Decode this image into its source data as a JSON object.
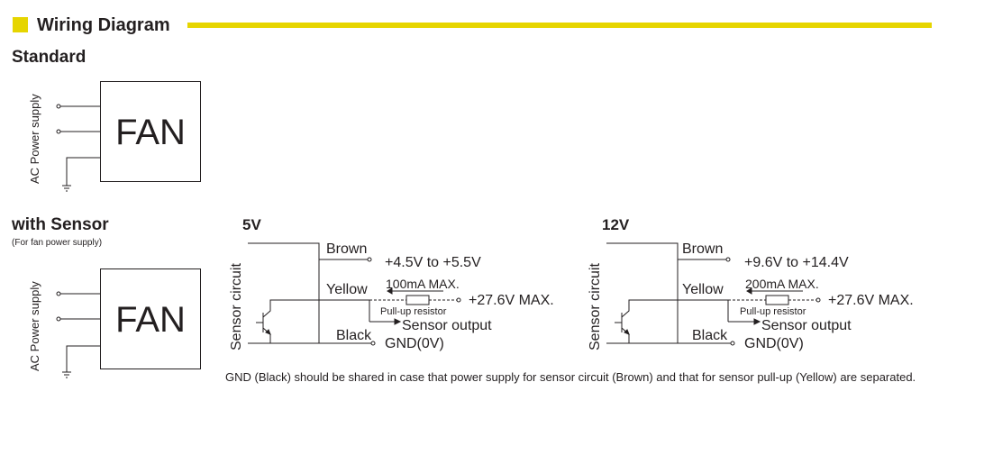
{
  "header": {
    "title": "Wiring Diagram"
  },
  "standard": {
    "title": "Standard",
    "power_label": "AC Power supply",
    "fan_label": "FAN"
  },
  "with_sensor": {
    "title": "with Sensor",
    "subtitle": "(For fan power supply)",
    "power_label": "AC Power supply",
    "fan_label": "FAN"
  },
  "circuits": [
    {
      "title": "5V",
      "sensor_circuit_label": "Sensor circuit",
      "brown_label": "Brown",
      "brown_range": "+4.5V to +5.5V",
      "yellow_label": "Yellow",
      "current_max": "100mA MAX.",
      "pullup_voltage": "+27.6V MAX.",
      "pullup_label": "Pull-up resistor",
      "sensor_output": "Sensor output",
      "black_label": "Black",
      "gnd_label": "GND(0V)"
    },
    {
      "title": "12V",
      "sensor_circuit_label": "Sensor circuit",
      "brown_label": "Brown",
      "brown_range": "+9.6V to +14.4V",
      "yellow_label": "Yellow",
      "current_max": "200mA MAX.",
      "pullup_voltage": "+27.6V MAX.",
      "pullup_label": "Pull-up resistor",
      "sensor_output": "Sensor output",
      "black_label": "Black",
      "gnd_label": "GND(0V)"
    }
  ],
  "note": "GND (Black) should be shared in case that power supply for sensor circuit  (Brown) and that for sensor pull-up (Yellow) are separated.",
  "colors": {
    "accent": "#e6d500",
    "ink": "#231f20"
  }
}
